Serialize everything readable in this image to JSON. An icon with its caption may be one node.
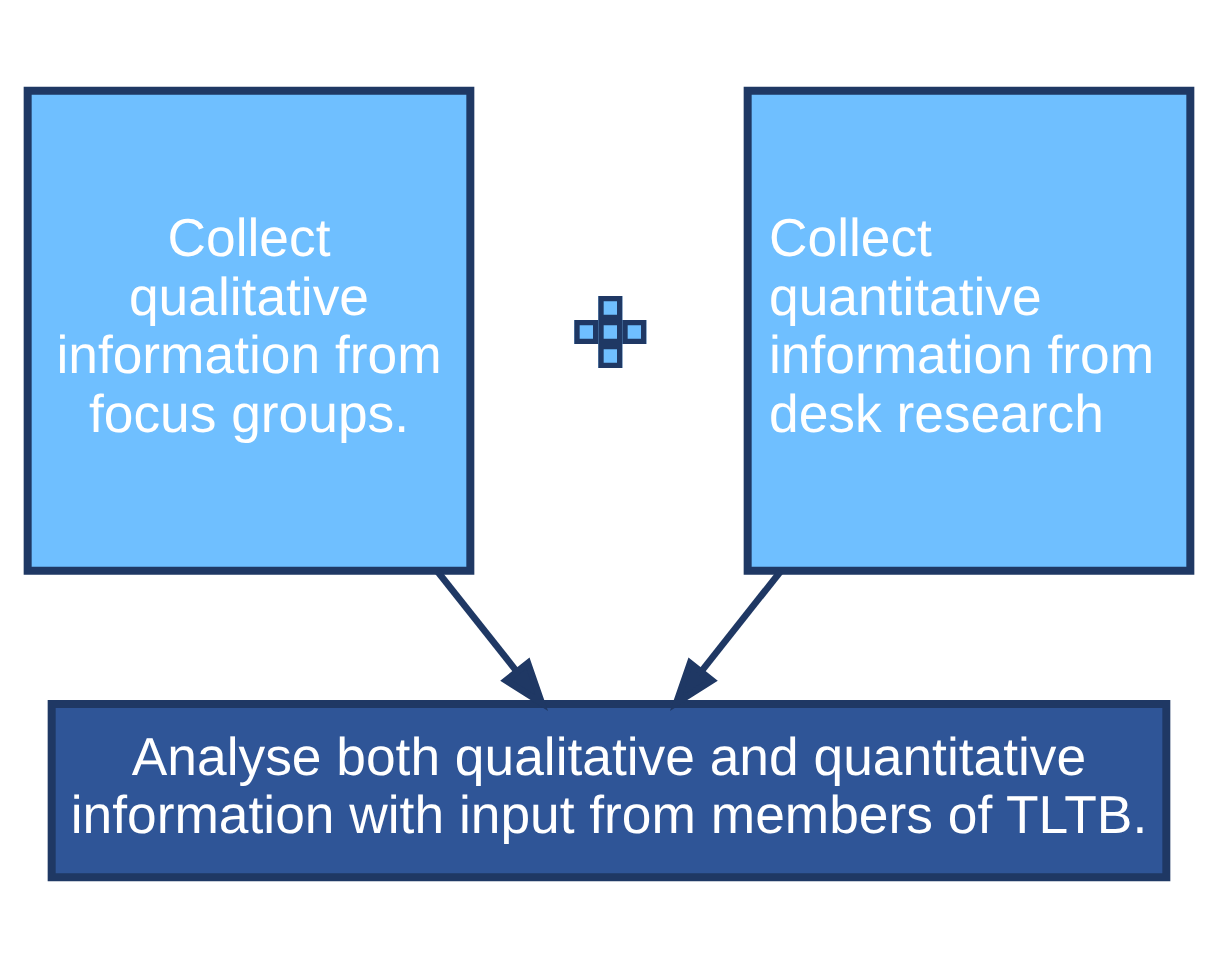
{
  "diagram": {
    "nodes": [
      {
        "text": [
          "Collect qualitative information from focus groups."
        ]
      },
      {
        "text": [],
        "shape": "plus"
      },
      {
        "text": [
          "Collect quantitative information from desk research"
        ]
      },
      {
        "text": [
          "Analyse both qualitative and quantitative information with input from members of TLTB."
        ]
      }
    ],
    "edges": [
      {
        "from": 0,
        "to": 3,
        "arrow": "to"
      },
      {
        "from": 2,
        "to": 3,
        "arrow": "to"
      }
    ]
  }
}
